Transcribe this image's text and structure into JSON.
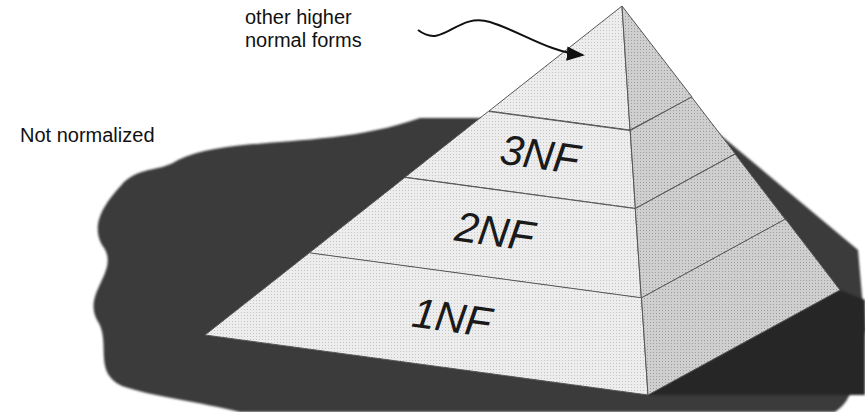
{
  "diagram": {
    "nodes": [
      {
        "text": [
          "3NF"
        ]
      },
      {
        "text": [
          "2NF"
        ]
      },
      {
        "text": [
          "1NF"
        ]
      }
    ],
    "labels": [
      "other higher normal forms",
      "Not normalized"
    ]
  }
}
